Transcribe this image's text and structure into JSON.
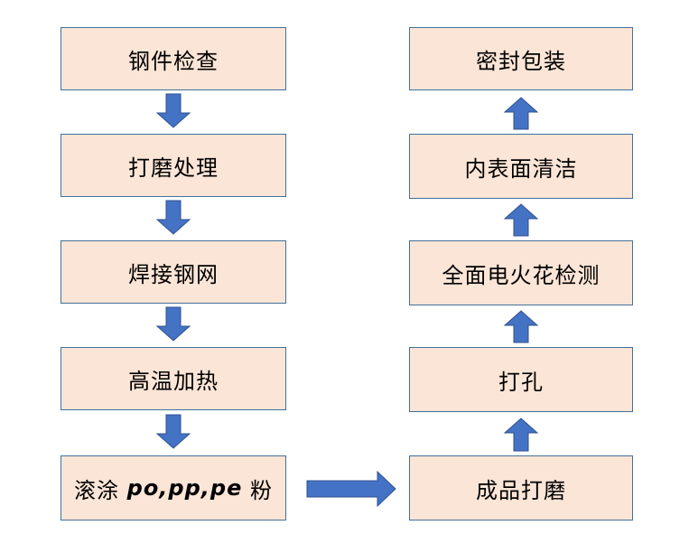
{
  "colors": {
    "box_fill": "#fbe5d6",
    "box_border": "#41719c",
    "arrow_fill": "#4472c4",
    "arrow_stroke": "#2f528f"
  },
  "left_column": [
    {
      "label": "钢件检查"
    },
    {
      "label": "打磨处理"
    },
    {
      "label": "焊接钢网"
    },
    {
      "label": "高温加热"
    },
    {
      "label_pre": "滚涂 ",
      "label_latin": "po,pp,pe",
      "label_post": " 粉"
    }
  ],
  "right_column": [
    {
      "label": "密封包装"
    },
    {
      "label": "内表面清洁"
    },
    {
      "label": "全面电火花检测"
    },
    {
      "label": "打孔"
    },
    {
      "label": "成品打磨"
    }
  ]
}
